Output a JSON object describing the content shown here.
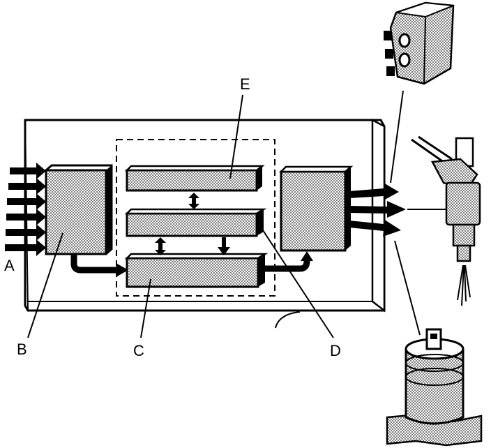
{
  "labels": {
    "a": "A",
    "b": "B",
    "c": "C",
    "d": "D",
    "e": "E"
  },
  "colors": {
    "ink": "#000000",
    "paper": "#ffffff",
    "stipple": "#b8b8b8"
  },
  "icons": {
    "top_right": "relay-module-icon",
    "middle_right": "fuel-injector-icon",
    "bottom_right": "fuel-pump-icon"
  }
}
